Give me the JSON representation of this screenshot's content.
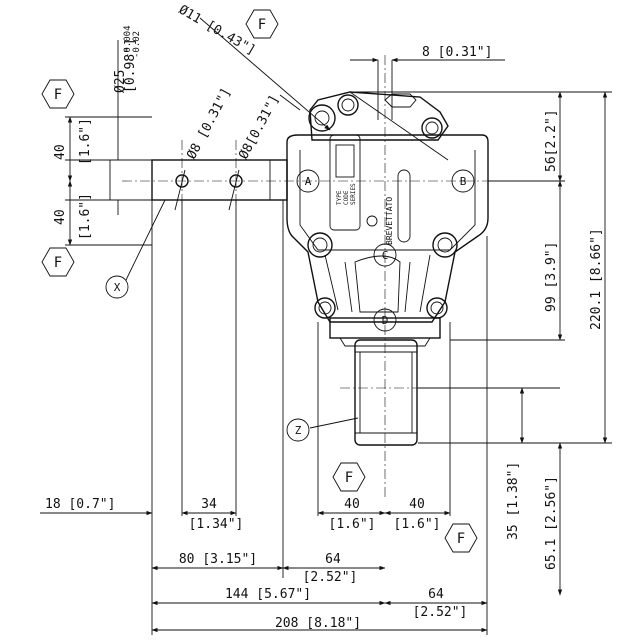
{
  "drawing": {
    "dimensions": {
      "d11": "Ø11 [0.43\"]",
      "tol_upper": "-0.004",
      "tol_lower": "-0.02",
      "d25": "Ø25",
      "d25_in": "[0.98\"]",
      "d8_a": "Ø8 [0.31\"]",
      "d8_b": "Ø8[0.31\"]",
      "top_8": "8 [0.31\"]",
      "left_40_top": "40",
      "left_in_top": "[1.6\"]",
      "left_40_bot": "40",
      "left_in_bot": "[1.6\"]",
      "r_56": "56[2.2\"]",
      "r_99": "99 [3.9\"]",
      "r_220": "220.1 [8.66\"]",
      "r_35": "35 [1.38\"]",
      "r_651": "65.1 [2.56\"]",
      "b_18": "18 [0.7\"]",
      "b_34": "34",
      "b_34_in": "[1.34\"]",
      "b_40a": "40",
      "b_40a_in": "[1.6\"]",
      "b_40b": "40",
      "b_40b_in": "[1.6\"]",
      "b_80": "80 [3.15\"]",
      "b_64a": "64",
      "b_64a_in": "[2.52\"]",
      "b_144": "144 [5.67\"]",
      "b_64b": "64",
      "b_64b_in": "[2.52\"]",
      "b_208": "208 [8.18\"]"
    },
    "labels": {
      "F": "F",
      "X": "X",
      "Z": "Z",
      "A": "A",
      "B": "B",
      "C": "C",
      "D": "D",
      "type": "TYPE",
      "code": "CODE",
      "series": "SERIES",
      "brevettato": "BREVETTATO"
    }
  }
}
